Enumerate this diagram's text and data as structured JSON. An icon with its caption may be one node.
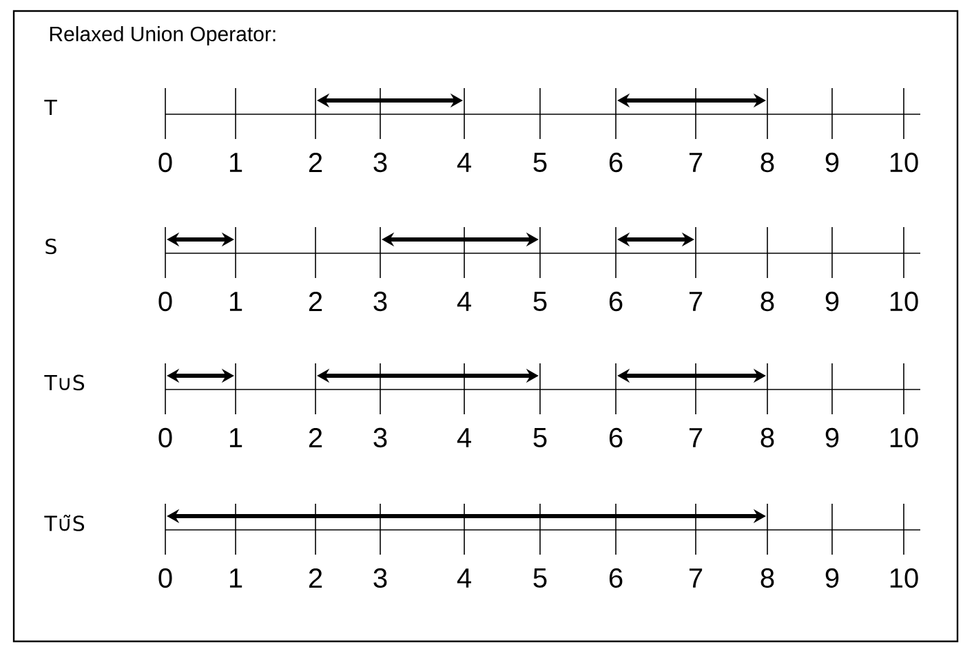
{
  "diagram": {
    "title": "Relaxed Union Operator:",
    "labels": [
      "T",
      "0",
      "1",
      "2",
      "3",
      "4",
      "5",
      "6",
      "7",
      "8",
      "9",
      "10",
      "S",
      "0",
      "1",
      "2",
      "3",
      "4",
      "5",
      "6",
      "7",
      "8",
      "9",
      "10",
      "T∪S",
      "0",
      "1",
      "2",
      "3",
      "4",
      "5",
      "6",
      "7",
      "8",
      "9",
      "10",
      "T∪̃S",
      "0",
      "1",
      "2",
      "3",
      "4",
      "5",
      "6",
      "7",
      "8",
      "9",
      "10"
    ]
  }
}
